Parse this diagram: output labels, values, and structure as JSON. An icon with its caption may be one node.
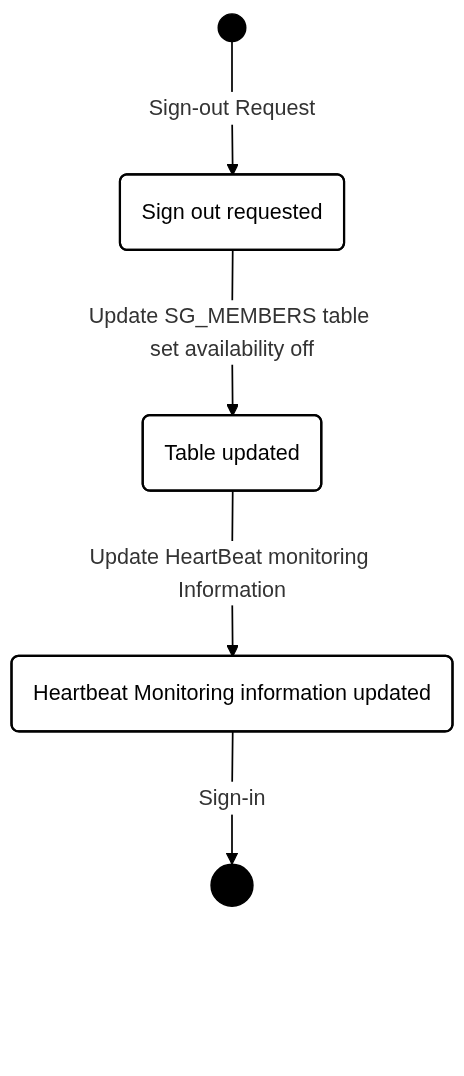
{
  "diagram": {
    "nodes": [
      {
        "text": [],
        "shape": "circle"
      },
      {
        "text": [
          "Sign out requested"
        ]
      },
      {
        "text": [
          "Table updated"
        ]
      },
      {
        "text": [
          "Heartbeat Monitoring information updated"
        ]
      },
      {
        "text": [],
        "shape": "circle"
      }
    ],
    "edges": [
      {
        "from": 0,
        "to": 1,
        "arrow": "to",
        "label": "Sign-out Request"
      },
      {
        "from": 1,
        "to": 2,
        "arrow": "to",
        "label": "Update SG_MEMBERS table set availability off"
      },
      {
        "from": 2,
        "to": 3,
        "arrow": "to",
        "label": "Update HeartBeat monitoring Information"
      },
      {
        "from": 3,
        "to": 4,
        "arrow": "to",
        "label": "Sign-in"
      }
    ]
  }
}
